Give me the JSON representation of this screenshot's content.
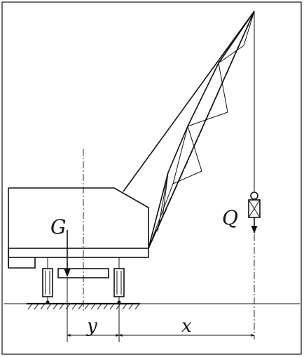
{
  "labels": {
    "G": "G",
    "Q": "Q",
    "y": "y",
    "x": "x"
  },
  "colors": {
    "ink": "#111111",
    "background": "#ffffff"
  }
}
